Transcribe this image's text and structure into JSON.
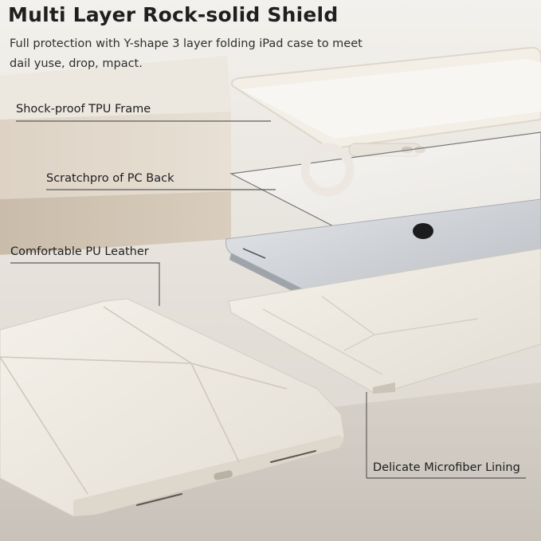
{
  "heading": {
    "title": "Multi Layer Rock-solid Shield",
    "subtitle": "Full protection with Y-shape 3 layer folding iPad case to meet dail yuse, drop, mpact."
  },
  "callouts": {
    "tpu_frame": "Shock-proof TPU Frame",
    "pc_back": "Scratchpro of PC Back",
    "pu_leather": "Comfortable PU Leather",
    "microfiber": "Delicate Microfiber Lining"
  },
  "colors": {
    "case_cream": "#efebe3",
    "background": "#e7e3dc",
    "text": "#1f1f1f",
    "tablet_silver": "#d4d6da"
  }
}
